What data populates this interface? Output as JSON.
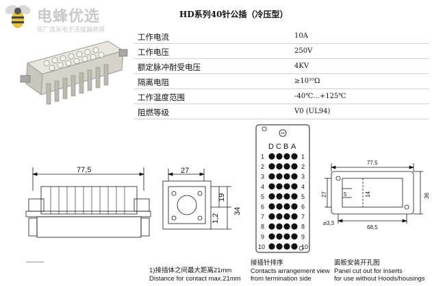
{
  "brand": {
    "name": "电蜂优选",
    "subtitle": "原厂直采电子连接器商城"
  },
  "title": "HD系列40针公插（冷压型）",
  "specs": [
    {
      "label": "工作电流",
      "value": "10A"
    },
    {
      "label": "工作电压",
      "value": "250V"
    },
    {
      "label": "额定脉冲耐受电压",
      "value": "4KV"
    },
    {
      "label": "隔离电阻",
      "value": "≥10¹⁰Ω"
    },
    {
      "label": "工作温度范围",
      "value": "-40℃...+125℃"
    },
    {
      "label": "阻燃等级",
      "value": "V0 (UL94)"
    }
  ],
  "drawing1": {
    "width_label": "77,5"
  },
  "drawing2": {
    "width_label": "27",
    "h1_label": "19",
    "h2_label": "34",
    "h3_label": "1,2"
  },
  "pin_layout": {
    "columns": [
      "D",
      "C",
      "B",
      "A"
    ],
    "rows": [
      "1",
      "2",
      "3",
      "4",
      "5",
      "6",
      "7",
      "8",
      "9",
      "10"
    ]
  },
  "panel": {
    "width_label": "77,5",
    "inner_label": "68,5",
    "height_label": "36",
    "left_label": "27",
    "small_label": "5",
    "mid_label": "14",
    "hole_label": "⌀3,3"
  },
  "captions": {
    "contact_cn": "1)接插体之间最大距离21mm",
    "contact_en": "Distance for contact max.21mm",
    "arrangement_cn": "接插针排序",
    "arrangement_en1": "Contacts arrangement view",
    "arrangement_en2": "from termination side",
    "panel_cn": "面板安装开孔图",
    "panel_en1": "Panel cut out for inserts",
    "panel_en2": "for use without Hoods/housings"
  }
}
